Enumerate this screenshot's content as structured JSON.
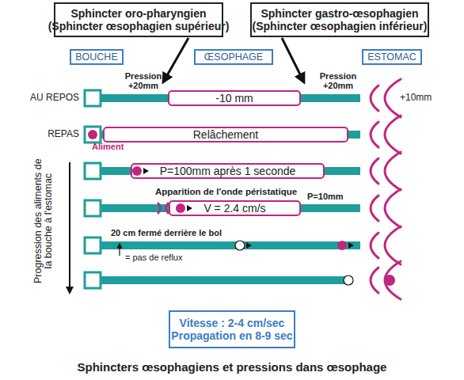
{
  "diagram": {
    "caption": "Sphincters œsophagiens et pressions dans œsophage",
    "nodes": [
      {
        "text": [
          "Sphincter oro-pharyngien",
          "(Sphincter œsophagien supérieur)"
        ]
      },
      {
        "text": [
          "Sphincter gastro-œsophagien",
          "(Sphincter œsophagien inférieur)"
        ]
      },
      {
        "text": [
          "BOUCHE"
        ]
      },
      {
        "text": [
          "ŒSOPHAGE"
        ]
      },
      {
        "text": [
          "ESTOMAC"
        ]
      },
      {
        "text": [
          "-10 mm"
        ]
      },
      {
        "text": [
          "Relâchement"
        ]
      },
      {
        "text": [
          "P=100mm après 1 seconde"
        ]
      },
      {
        "text": [
          "V = 2.4 cm/s"
        ]
      },
      {
        "text": [
          "Vitesse : 2-4 cm/sec",
          "Propagation en 8-9 sec"
        ]
      }
    ],
    "labels": [
      "Pression +20mm",
      "Pression +20mm",
      "AU REPOS",
      "+10mm",
      "REPAS",
      "Aliment",
      "Progression des aliments de la bouche à l'estomac",
      "Apparition de l'onde péristatique",
      "P=10mm",
      "20 cm fermé derrière le bol",
      "= pas de reflux"
    ]
  }
}
